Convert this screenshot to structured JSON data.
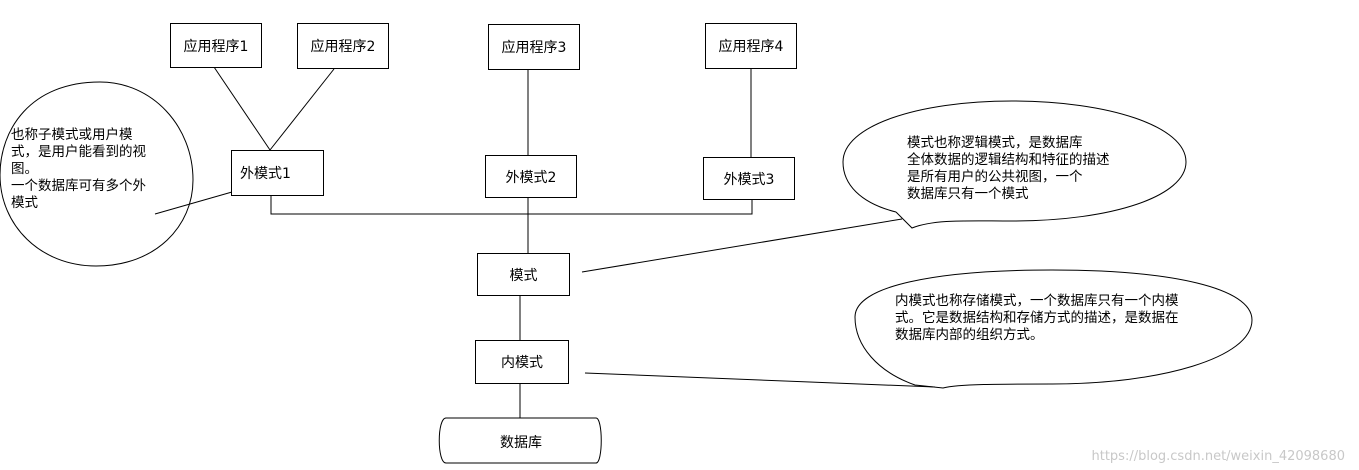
{
  "apps": {
    "app1": "应用程序1",
    "app2": "应用程序2",
    "app3": "应用程序3",
    "app4": "应用程序4"
  },
  "external": {
    "ext1": "外模式1",
    "ext2": "外模式2",
    "ext3": "外模式3"
  },
  "schema": "模式",
  "internal": "内模式",
  "database": "数据库",
  "notes": {
    "external_note": "也称子模式或用户模\n式，是用户能看到的视\n图。\n一个数据库可有多个外\n模式",
    "schema_note": "模式也称逻辑模式，是数据库\n全体数据的逻辑结构和特征的描述\n是所有用户的公共视图，一个\n数据库只有一个模式",
    "internal_note": "内模式也称存储模式，一个数据库只有一个内模\n式。它是数据结构和存储方式的描述，是数据在\n数据库内部的组织方式。"
  },
  "watermark": "https://blog.csdn.net/weixin_42098680"
}
